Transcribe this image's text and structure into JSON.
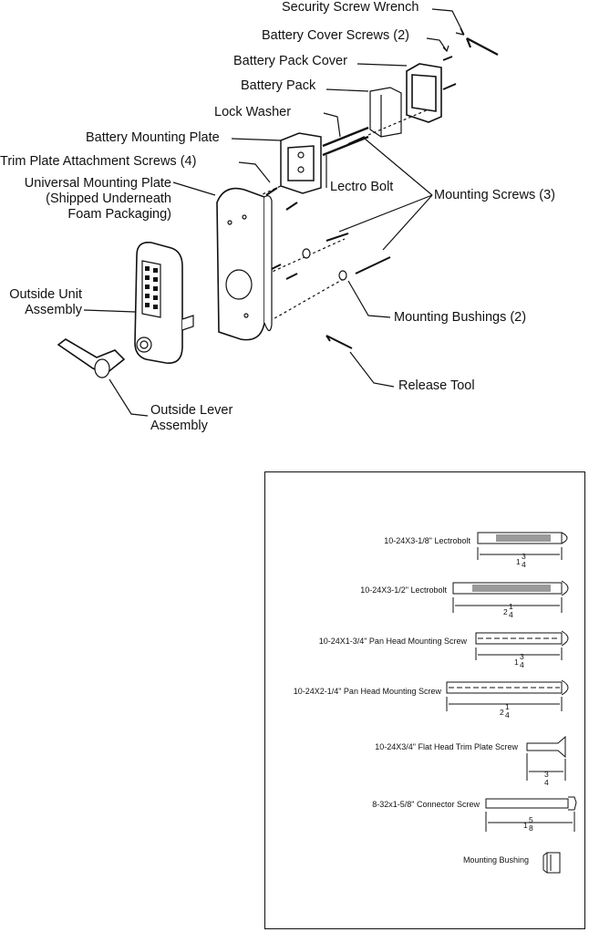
{
  "labels": {
    "security_wrench": "Security Screw Wrench",
    "battery_cover_screws": "Battery Cover Screws (2)",
    "battery_pack_cover": "Battery Pack Cover",
    "battery_pack": "Battery Pack",
    "lock_washer": "Lock Washer",
    "battery_mounting_plate": "Battery Mounting Plate",
    "trim_plate_screws": "Trim Plate Attachment Screws (4)",
    "universal_plate_1": "Universal Mounting Plate",
    "universal_plate_2": "(Shipped Underneath",
    "universal_plate_3": "Foam Packaging)",
    "lectro_bolt": "Lectro Bolt",
    "mounting_screws": "Mounting Screws (3)",
    "outside_unit_1": "Outside Unit",
    "outside_unit_2": "Assembly",
    "mounting_bushings": "Mounting Bushings (2)",
    "release_tool": "Release Tool",
    "outside_lever_1": "Outside Lever",
    "outside_lever_2": "Assembly"
  },
  "hardware": [
    {
      "name": "10-24X3-1/8\" Lectrobolt",
      "dim_whole": "1",
      "dim_num": "3",
      "dim_den": "4"
    },
    {
      "name": "10-24X3-1/2\" Lectrobolt",
      "dim_whole": "2",
      "dim_num": "1",
      "dim_den": "4"
    },
    {
      "name": "10-24X1-3/4\" Pan Head Mounting Screw",
      "dim_whole": "1",
      "dim_num": "3",
      "dim_den": "4"
    },
    {
      "name": "10-24X2-1/4\" Pan Head Mounting Screw",
      "dim_whole": "2",
      "dim_num": "1",
      "dim_den": "4"
    },
    {
      "name": "10-24X3/4\" Flat Head Trim Plate Screw",
      "dim_whole": "",
      "dim_num": "3",
      "dim_den": "4"
    },
    {
      "name": "8-32x1-5/8\" Connector Screw",
      "dim_whole": "1",
      "dim_num": "5",
      "dim_den": "8"
    },
    {
      "name": "Mounting Bushing",
      "dim_whole": "",
      "dim_num": "",
      "dim_den": ""
    }
  ],
  "colors": {
    "line": "#111111",
    "shade": "#9a9a9a",
    "fill": "#ffffff"
  }
}
